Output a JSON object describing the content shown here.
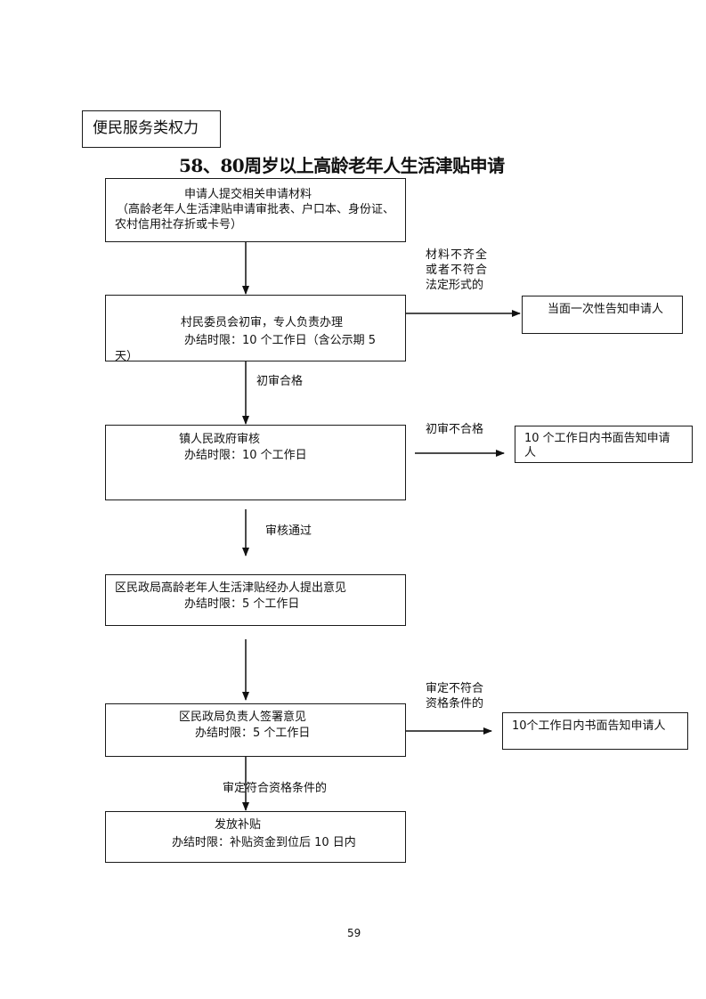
{
  "category": "便民服务类权力",
  "title": "58、80周岁以上高龄老年人生活津贴申请",
  "steps": [
    {
      "line1": "申请人提交相关申请材料",
      "line2": "（高龄老年人生活津贴申请审批表、户口本、身份证、",
      "line3": "农村信用社存折或卡号）"
    },
    {
      "line1": "村民委员会初审，专人负责办理",
      "line2": "办结时限：10 个工作日（含公示期 5",
      "line3": "天）"
    },
    {
      "line1": "镇人民政府审核",
      "line2": "办结时限：10 个工作日"
    },
    {
      "line1": "区民政局高龄老年人生活津贴经办人提出意见",
      "line2": "办结时限：5 个工作日"
    },
    {
      "line1": "区民政局负责人签署意见",
      "line2": "办结时限：5 个工作日"
    },
    {
      "line1": "发放补贴",
      "line2": "办结时限：补贴资金到位后 10 日内"
    }
  ],
  "transitions": {
    "to_step3": "初审合格",
    "to_step4": "审核通过",
    "to_step6": "审定符合资格条件的"
  },
  "branches": [
    {
      "condition_lines": [
        "材料不齐全",
        "或者不符合",
        "法定形式的"
      ],
      "result": "当面一次性告知申请人"
    },
    {
      "condition_lines": [
        "初审不合格"
      ],
      "result_line1": "10 个工作日内书面告知申请",
      "result_line2": "人"
    },
    {
      "condition_lines": [
        "审定不符合",
        "资格条件的"
      ],
      "result": "10个工作日内书面告知申请人"
    }
  ],
  "page_number": "59"
}
